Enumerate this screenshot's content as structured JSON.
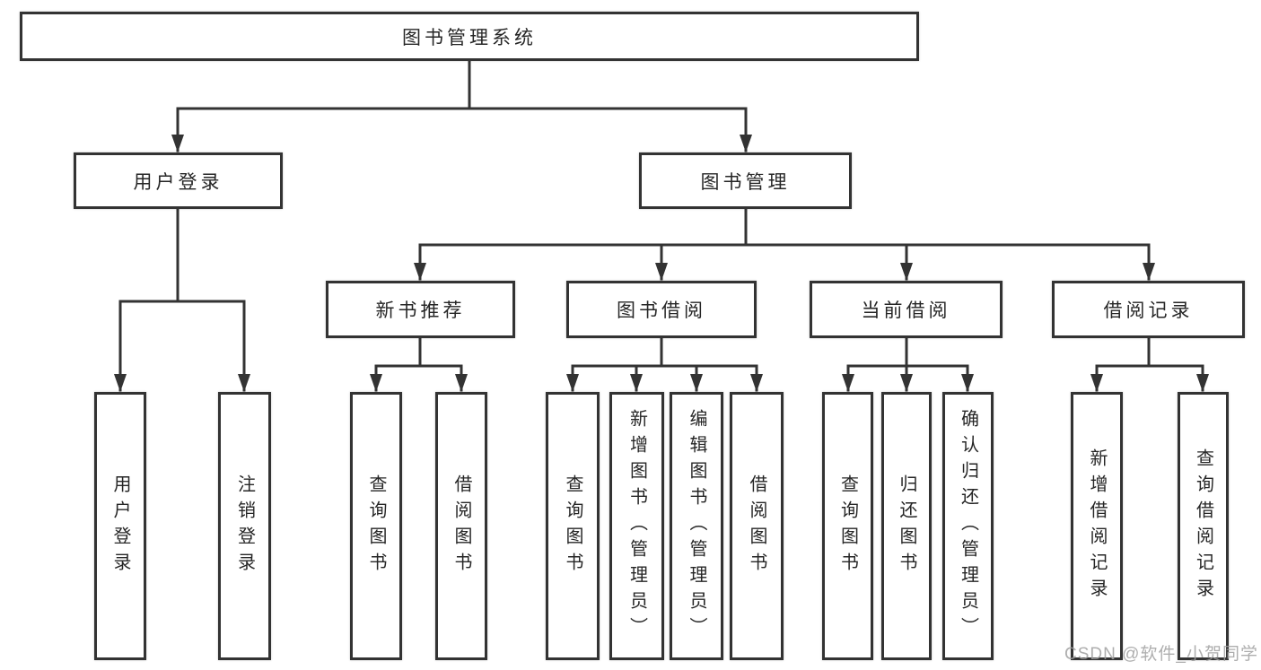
{
  "diagram": {
    "root": {
      "label": "图书管理系统"
    },
    "branches": [
      {
        "label": "用户登录",
        "children": [
          {
            "label": "用户登录"
          },
          {
            "label": "注销登录"
          }
        ]
      },
      {
        "label": "图书管理",
        "sections": [
          {
            "label": "新书推荐",
            "children": [
              {
                "label": "查询图书"
              },
              {
                "label": "借阅图书"
              }
            ]
          },
          {
            "label": "图书借阅",
            "children": [
              {
                "label": "查询图书"
              },
              {
                "label": "新增图书（管理员）"
              },
              {
                "label": "编辑图书（管理员）"
              },
              {
                "label": "借阅图书"
              }
            ]
          },
          {
            "label": "当前借阅",
            "children": [
              {
                "label": "查询图书"
              },
              {
                "label": "归还图书"
              },
              {
                "label": "确认归还（管理员）"
              }
            ]
          },
          {
            "label": "借阅记录",
            "children": [
              {
                "label": "新增借阅记录"
              },
              {
                "label": "查询借阅记录"
              }
            ]
          }
        ]
      }
    ]
  },
  "watermark": {
    "text": "CSDN @软件_小贺同学"
  },
  "colors": {
    "line": "#333333",
    "border": "#333333",
    "text": "#262626",
    "background": "#ffffff",
    "watermark": "#a0a0a0"
  }
}
